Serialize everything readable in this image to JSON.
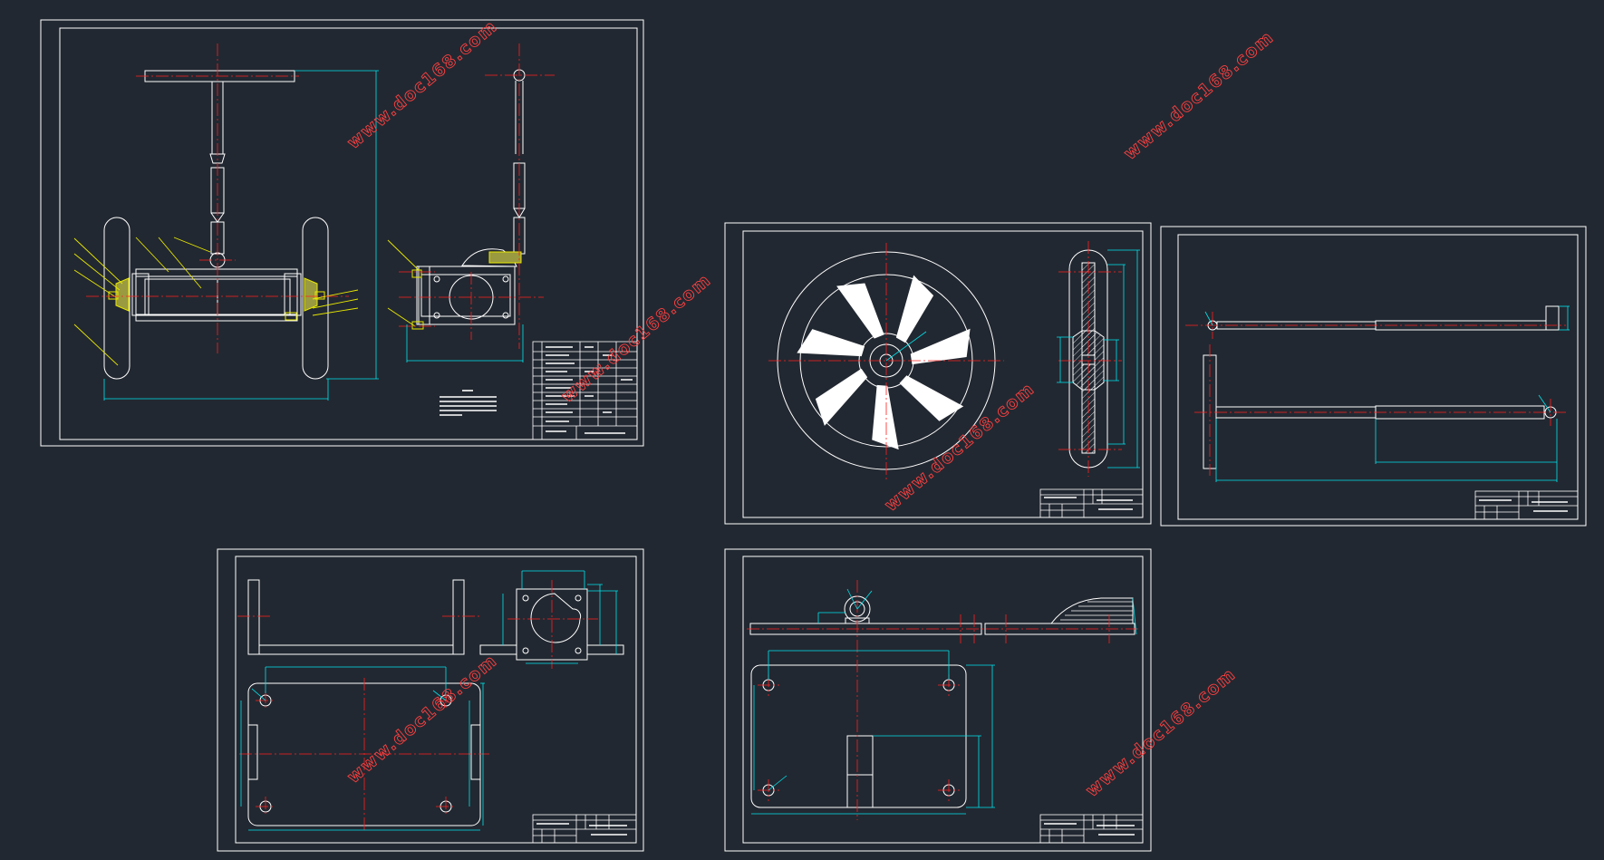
{
  "app": {
    "title": "CAD model space — self-balancing scooter drawing set",
    "colors": {
      "background": "#222831",
      "outline": "#ffffff",
      "dimension": "#00e5ee",
      "centerline": "#ff2020",
      "leader": "#e8e800",
      "watermark": "#ff4040"
    }
  },
  "watermarks": [
    {
      "text": "www.doc168.com"
    },
    {
      "text": "www.doc168.com"
    },
    {
      "text": "www.doc168.com"
    },
    {
      "text": "www.doc168.com"
    },
    {
      "text": "www.doc168.com"
    },
    {
      "text": "www.doc168.com"
    }
  ],
  "sheets": [
    {
      "id": "assembly",
      "content": "assembly-front-and-side-views"
    },
    {
      "id": "wheel",
      "content": "wheel-front-and-section"
    },
    {
      "id": "handlebar",
      "content": "handlebar-shaft-views"
    },
    {
      "id": "motor-bracket",
      "content": "motor-bracket-plate"
    },
    {
      "id": "base-plate",
      "content": "base-plate-and-pedal"
    }
  ]
}
